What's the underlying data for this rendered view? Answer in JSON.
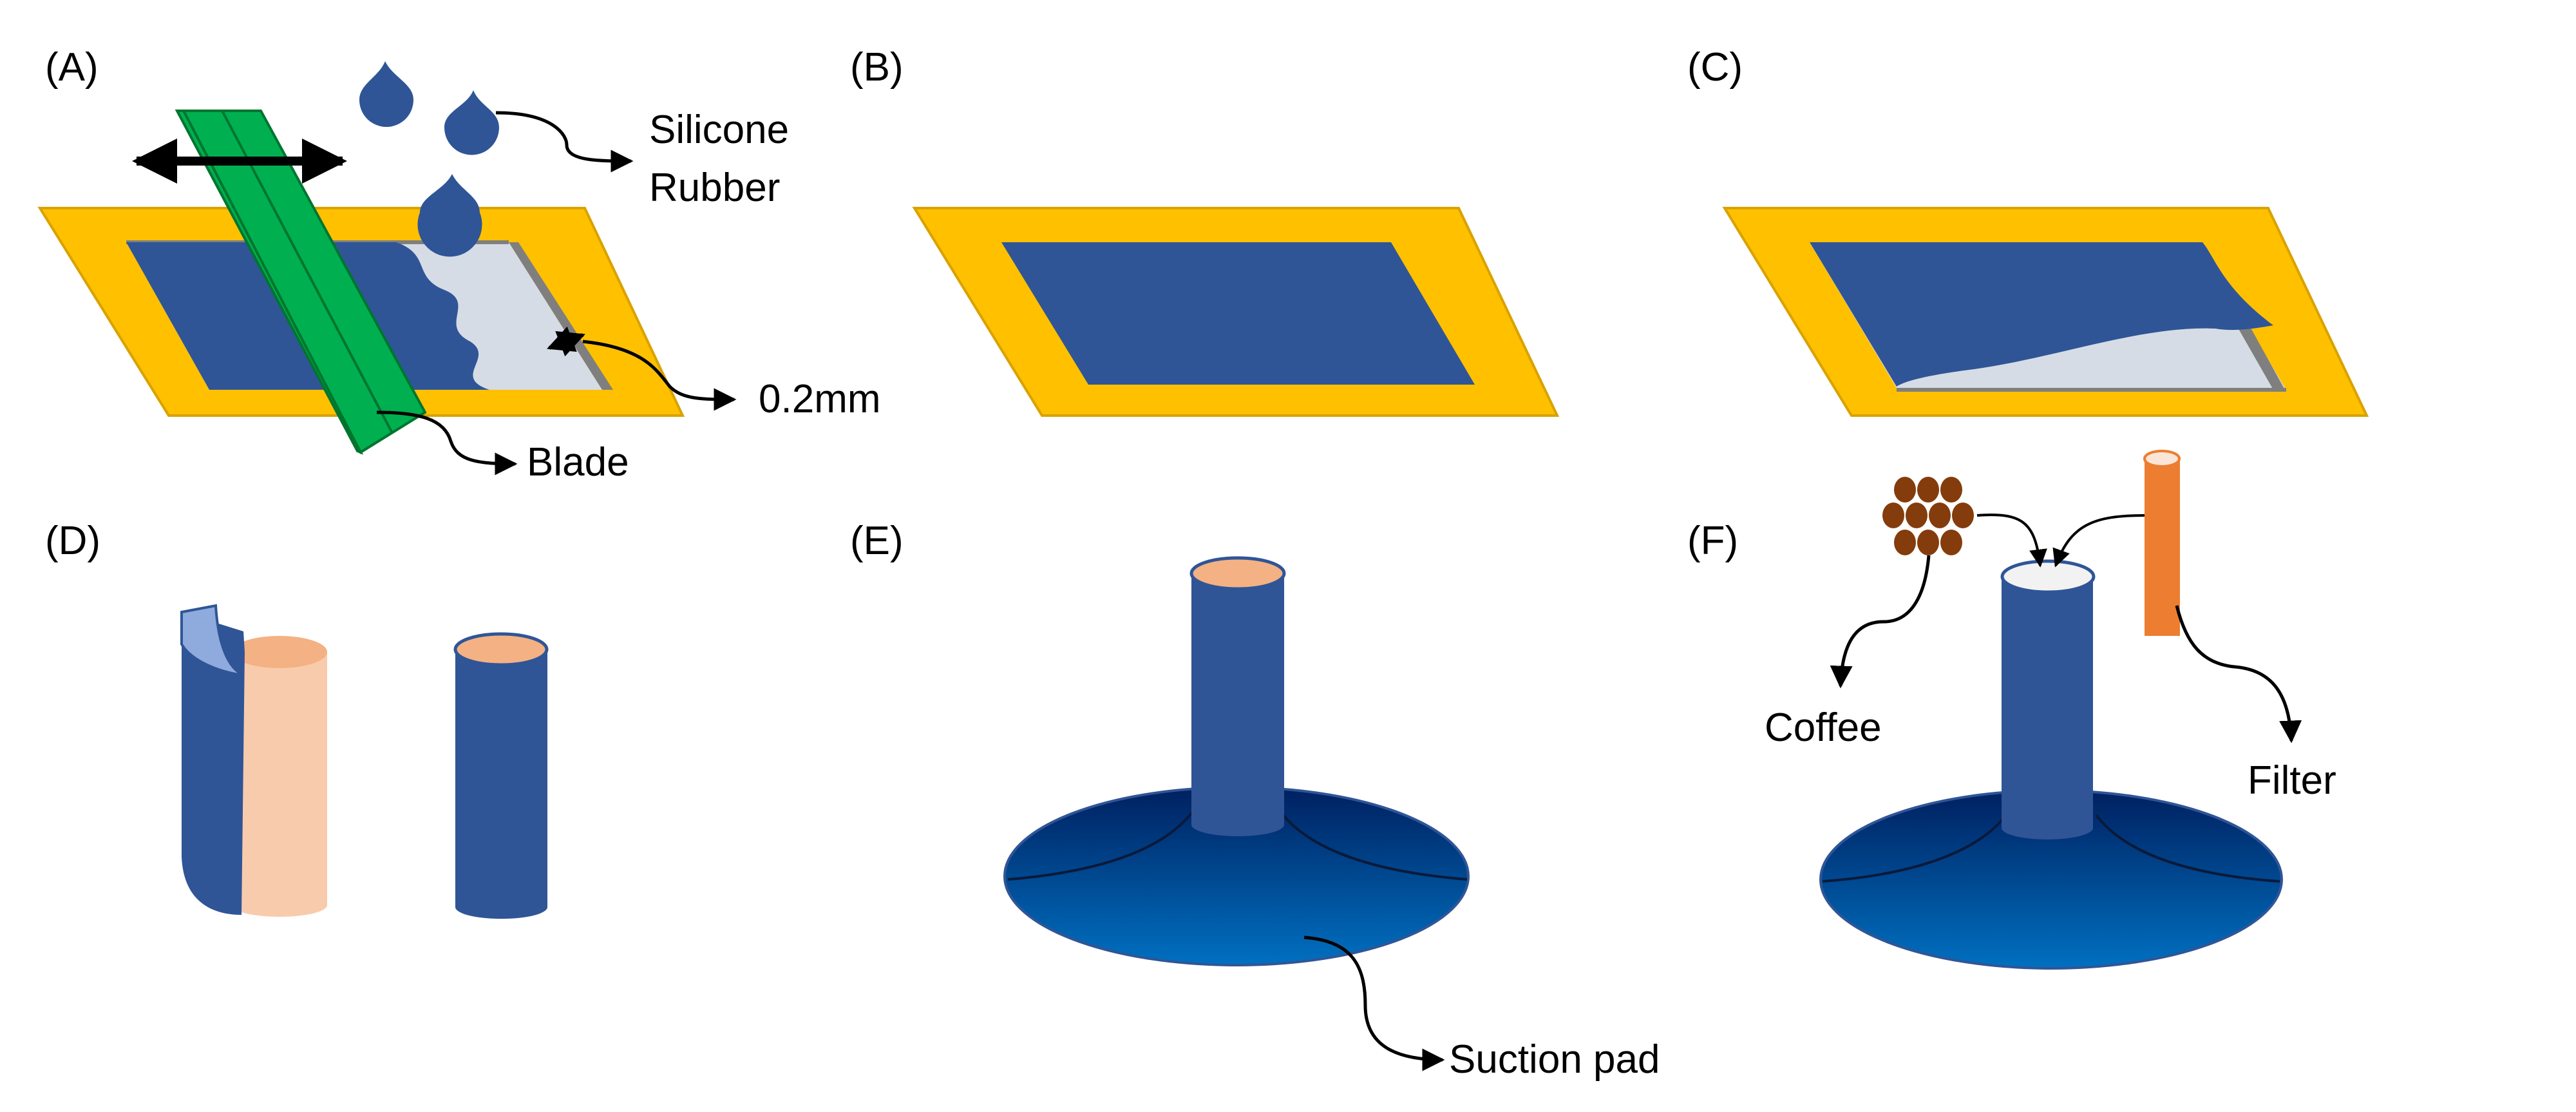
{
  "panels": {
    "a": "(A)",
    "b": "(B)",
    "c": "(C)",
    "d": "(D)",
    "e": "(E)",
    "f": "(F)"
  },
  "annotations": {
    "silicone_line1": "Silicone",
    "silicone_line2": "Rubber",
    "thickness": "0.2mm",
    "blade": "Blade",
    "suction_pad": "Suction pad",
    "coffee": "Coffee",
    "filter": "Filter"
  },
  "colors": {
    "frame": "#FFC000",
    "frame_edge": "#D9A200",
    "rubber": "#2F5597",
    "rubber_light": "#8FAADC",
    "mold_cavity": "#D6DCE5",
    "cavity_edge": "#7F7F7F",
    "blade": "#00B050",
    "core": "#F8CBAD",
    "core_top": "#F4B183",
    "coffee": "#843C0C",
    "filter": "#ED7D31",
    "pad_dark": "#002060",
    "pad_light": "#0070C0"
  }
}
